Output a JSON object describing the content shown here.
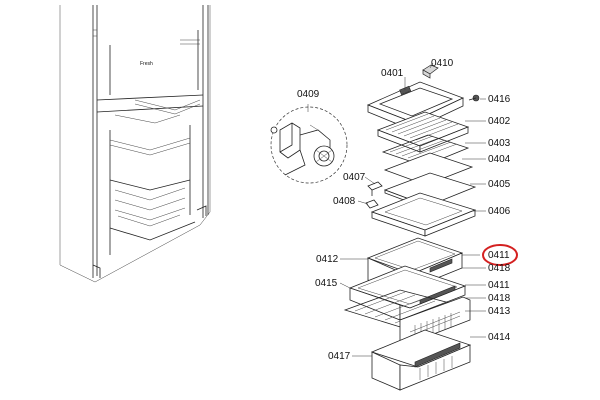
{
  "diagram": {
    "highlight_color": "#d42020",
    "highlighted_part": "0411",
    "callouts": [
      {
        "id": "c0401",
        "label": "0401"
      },
      {
        "id": "c0410",
        "label": "0410"
      },
      {
        "id": "c0409",
        "label": "0409"
      },
      {
        "id": "c0416",
        "label": "0416"
      },
      {
        "id": "c0402",
        "label": "0402"
      },
      {
        "id": "c0403",
        "label": "0403"
      },
      {
        "id": "c0404",
        "label": "0404"
      },
      {
        "id": "c0407",
        "label": "0407"
      },
      {
        "id": "c0405",
        "label": "0405"
      },
      {
        "id": "c0408",
        "label": "0408"
      },
      {
        "id": "c0406",
        "label": "0406"
      },
      {
        "id": "c0411h",
        "label": "0411"
      },
      {
        "id": "c0412",
        "label": "0412"
      },
      {
        "id": "c0418a",
        "label": "0418"
      },
      {
        "id": "c0415",
        "label": "0415"
      },
      {
        "id": "c0411",
        "label": "0411"
      },
      {
        "id": "c0418b",
        "label": "0418"
      },
      {
        "id": "c0413",
        "label": "0413"
      },
      {
        "id": "c0414",
        "label": "0414"
      },
      {
        "id": "c0417",
        "label": "0417"
      }
    ]
  }
}
